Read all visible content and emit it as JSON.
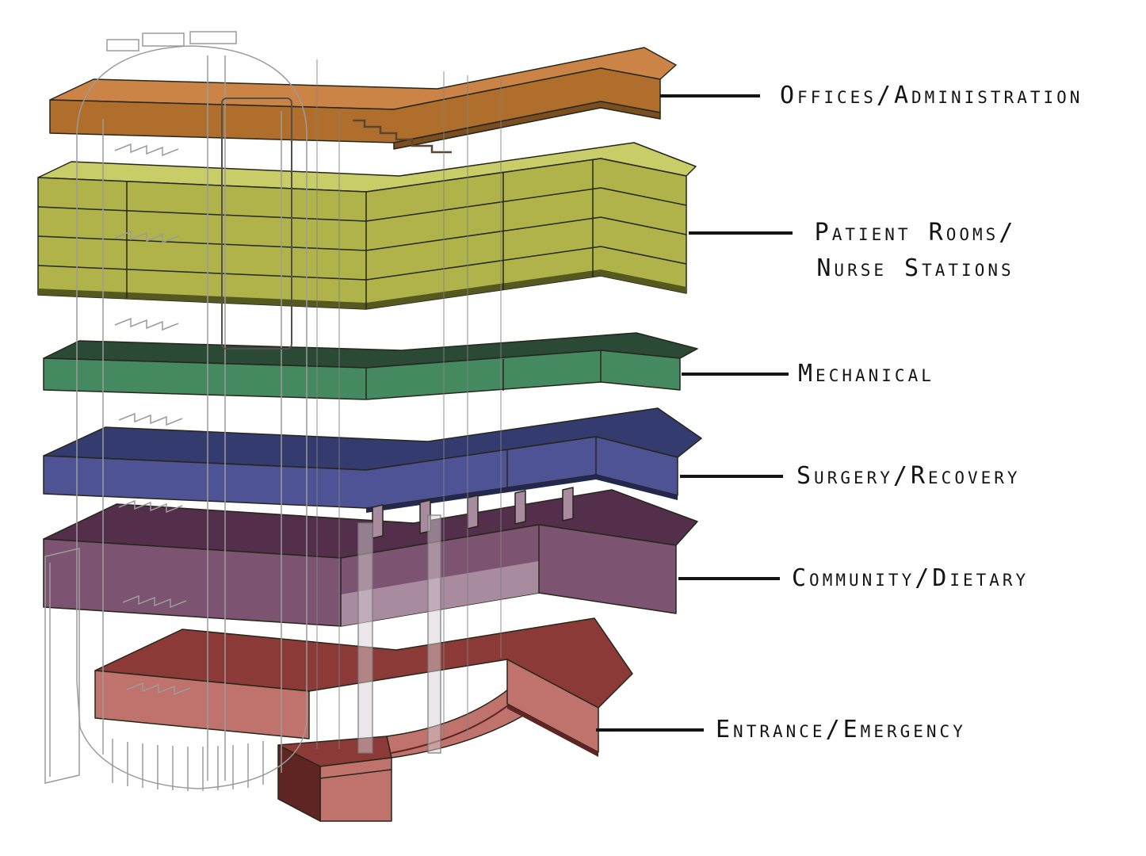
{
  "diagram": {
    "background": "#ffffff",
    "leader_color": "#141414",
    "label_color": "#141414",
    "tower": {
      "name": "circulation core (stair tower, translucent)",
      "fill": "rgba(248,248,248,0.55)",
      "stroke": "#9b9b9b"
    },
    "layers": [
      {
        "id": "offices-administration",
        "label": "Offices/Administration",
        "colors": {
          "top": "#cb8445",
          "front": "#b06e2c",
          "dark": "#7a4e1e"
        }
      },
      {
        "id": "patient-rooms-nurse-stations",
        "label_lines": [
          "Patient Rooms/",
          "Nurse Stations"
        ],
        "colors": {
          "top": "#c9cd68",
          "front": "#afb349",
          "dark": "#55591f"
        }
      },
      {
        "id": "mechanical",
        "label": "Mechanical",
        "colors": {
          "top": "#2a4a36",
          "front": "#44895f",
          "dark": "#1c3325"
        }
      },
      {
        "id": "surgery-recovery",
        "label": "Surgery/Recovery",
        "colors": {
          "top": "#343b6e",
          "front": "#4d5394",
          "dark": "#23284f"
        }
      },
      {
        "id": "community-dietary",
        "label": "Community/Dietary",
        "colors": {
          "top": "#532f4c",
          "front": "#7c5471",
          "dark": "#342038",
          "light": "#a98ba0"
        }
      },
      {
        "id": "entrance-emergency",
        "label": "Entrance/Emergency",
        "colors": {
          "top": "#8c3a37",
          "front": "#bf736c",
          "dark": "#5e2522"
        }
      }
    ]
  }
}
